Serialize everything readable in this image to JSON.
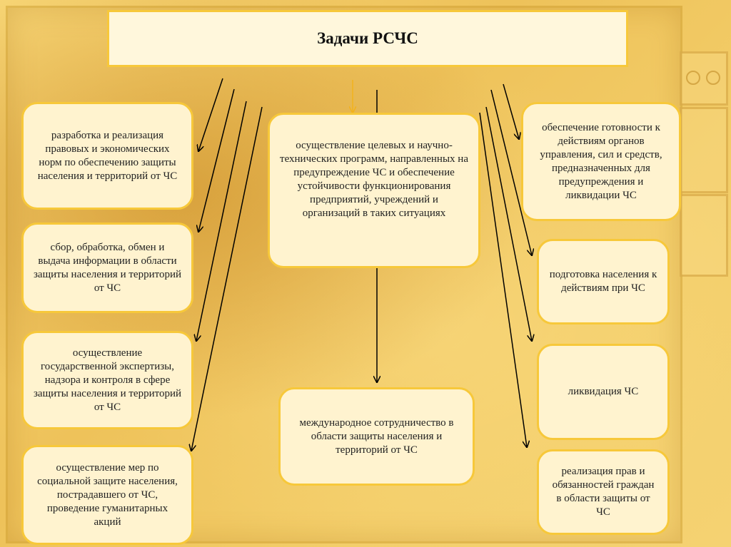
{
  "diagram": {
    "title": "Задачи РСЧС",
    "left_tasks": [
      "разработка и реализация правовых и экономических норм по обеспечению защиты населения и территорий от ЧС",
      "сбор, обработка, обмен и выдача информации в области защиты населения и территорий от ЧС",
      "осуществление государственной экспертизы, надзора и контроля в сфере защиты населения и территорий от ЧС",
      "осуществление мер по социальной защите населения, пострадавшего от ЧС, проведение гуманитарных акций"
    ],
    "center_tasks": [
      "осуществление целевых и научно-технических программ, направленных на предупреждение ЧС и обеспечение устойчивости функционирования предприятий, учреждений и организаций в таких ситуациях",
      "международное сотрудничество в области защиты населения и территорий от ЧС"
    ],
    "right_tasks": [
      "обеспечение готовности к действиям органов управления, сил и средств, предназначенных для предупреждения и ликвидации ЧС",
      "подготовка населения к действиям при ЧС",
      "ликвидация ЧС",
      "реализация прав и обязанностей граждан в области защиты от ЧС"
    ]
  },
  "colors": {
    "box_fill": "#fff3cf",
    "box_border": "#f7c83a",
    "background": "#f0c85a",
    "arrow": "#000000"
  }
}
